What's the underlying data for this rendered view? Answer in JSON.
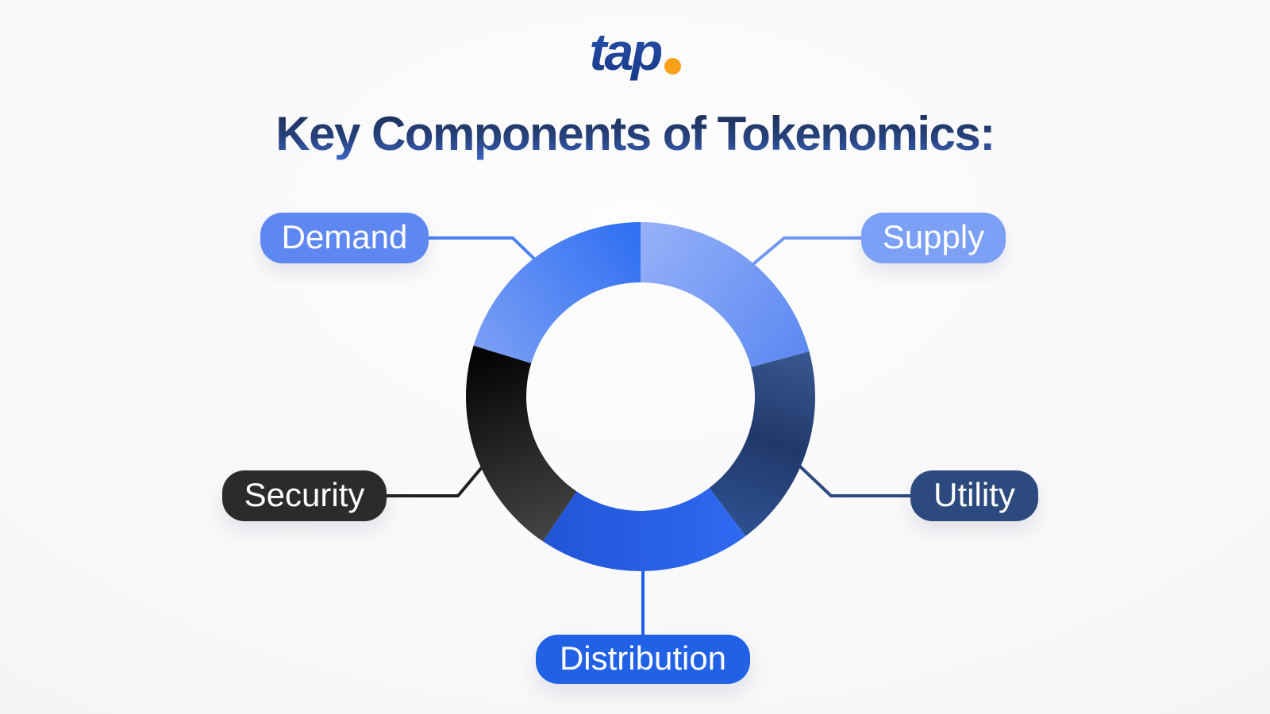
{
  "logo": {
    "text": "tap",
    "dot": ".",
    "text_color": "#1e4296",
    "dot_color": "#f9a01b"
  },
  "title": {
    "text": "Key Components of Tokenomics:",
    "color_top": "#1b2c52",
    "color_bottom": "#3f66c6"
  },
  "donut": {
    "type": "donut",
    "description": "Five key components of tokenomics shown as equal ring segments",
    "segments": [
      {
        "id": "supply",
        "label": "Supply",
        "start_angle": 0,
        "end_angle": 75,
        "box_color": "#7ba0f5",
        "line_color": "#6f97f4",
        "gradient": [
          "#97b1f8",
          "#5c89f2"
        ]
      },
      {
        "id": "utility",
        "label": "Utility",
        "start_angle": 75,
        "end_angle": 143,
        "box_color": "#2c4a7e",
        "line_color": "#2c4a7e",
        "gradient": [
          "#3a5991",
          "#20396a",
          "#2e5190"
        ]
      },
      {
        "id": "distribution",
        "label": "Distribution",
        "start_angle": 143,
        "end_angle": 214,
        "box_color": "#2161e6",
        "line_color": "#2161e6",
        "gradient": [
          "#2e6af2",
          "#2155d6"
        ]
      },
      {
        "id": "security",
        "label": "Security",
        "start_angle": 214,
        "end_angle": 287,
        "box_color": "#2b2b2b",
        "line_color": "#1f1f1f",
        "gradient": [
          "#454545",
          "#000000"
        ]
      },
      {
        "id": "demand",
        "label": "Demand",
        "start_angle": 287,
        "end_angle": 360,
        "box_color": "#5f87f2",
        "line_color": "#4d80f1",
        "gradient": [
          "#7b9ff5",
          "#2d6ef2"
        ]
      }
    ]
  }
}
